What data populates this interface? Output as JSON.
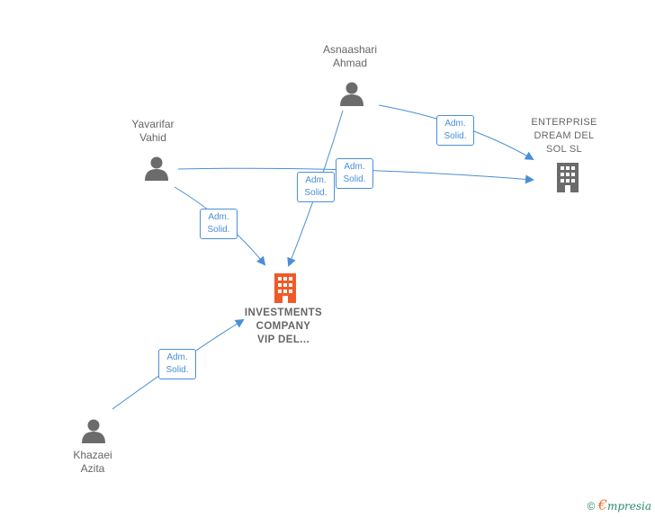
{
  "colors": {
    "edge": "#4a8fd6",
    "person": "#6b6b6b",
    "company": "#6b6b6b",
    "main_company": "#f05a28",
    "label": "#666666"
  },
  "nodes": {
    "asnaashari": {
      "line1": "Asnaashari",
      "line2": "Ahmad",
      "icon": "person-icon"
    },
    "yavarifar": {
      "line1": "Yavarifar",
      "line2": "Vahid",
      "icon": "person-icon"
    },
    "khazaei": {
      "line1": "Khazaei",
      "line2": "Azita",
      "icon": "person-icon"
    },
    "enterprise": {
      "line1": "ENTERPRISE",
      "line2": "DREAM DEL",
      "line3": "SOL  SL",
      "icon": "building-icon"
    },
    "investments": {
      "line1": "INVESTMENTS",
      "line2": "COMPANY",
      "line3": "VIP DEL...",
      "icon": "building-icon"
    }
  },
  "edges": [
    {
      "line1": "Adm.",
      "line2": "Solid."
    },
    {
      "line1": "Adm.",
      "line2": "Solid."
    },
    {
      "line1": "Adm.",
      "line2": "Solid."
    },
    {
      "line1": "Adm.",
      "line2": "Solid."
    },
    {
      "line1": "Adm.",
      "line2": "Solid."
    }
  ],
  "footer": {
    "copyright": "©",
    "brand_first": "€",
    "brand_rest": "mpresia"
  }
}
